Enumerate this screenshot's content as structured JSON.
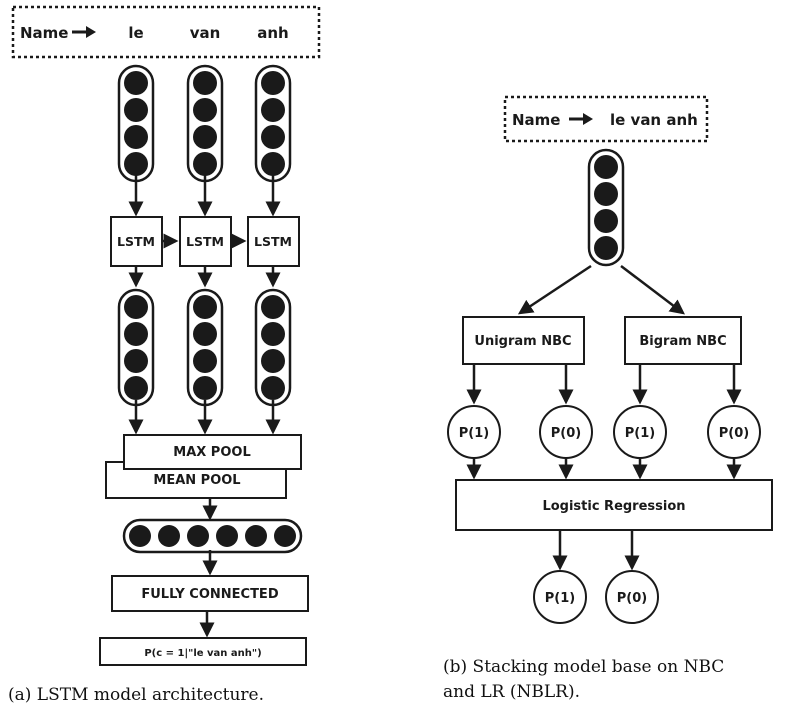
{
  "diagram_a": {
    "input_label": "Name",
    "tokens": [
      "le",
      "van",
      "anh"
    ],
    "lstm_label": "LSTM",
    "max_pool": "MAX POOL",
    "mean_pool": "MEAN POOL",
    "fully_connected": "FULLY CONNECTED",
    "output": "P(c = 1|\"le van anh\")",
    "caption": "(a) LSTM model architecture."
  },
  "diagram_b": {
    "input_label": "Name",
    "input_text": "le van anh",
    "unigram": "Unigram NBC",
    "bigram": "Bigram NBC",
    "probs": [
      "P(1)",
      "P(0)",
      "P(1)",
      "P(0)"
    ],
    "logistic": "Logistic Regression",
    "outputs": [
      "P(1)",
      "P(0)"
    ],
    "caption_line1": "(b) Stacking model base on NBC",
    "caption_line2": "and LR (NBLR)."
  },
  "colors": {
    "ink": "#1a1a1a",
    "background": "#ffffff"
  }
}
